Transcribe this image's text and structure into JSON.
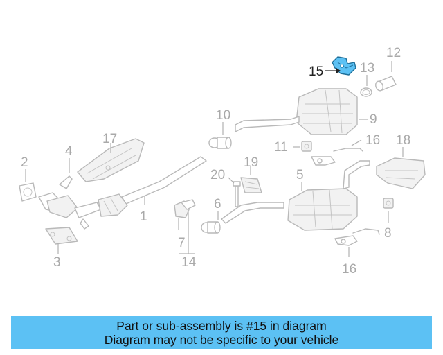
{
  "callouts": {
    "c1": "1",
    "c2": "2",
    "c3": "3",
    "c4": "4",
    "c5": "5",
    "c6": "6",
    "c7": "7",
    "c8": "8",
    "c9": "9",
    "c10": "10",
    "c11": "11",
    "c12": "12",
    "c13": "13",
    "c14": "14",
    "c15": "15",
    "c16a": "16",
    "c16b": "16",
    "c17": "17",
    "c18": "18",
    "c19": "19",
    "c20": "20"
  },
  "highlight": {
    "part": "15",
    "color": "#5cc1f4"
  },
  "banner": {
    "line1": "Part or sub-assembly is #15 in diagram",
    "line2": "Diagram may not be specific to your vehicle",
    "color": "#5cc1f4"
  }
}
